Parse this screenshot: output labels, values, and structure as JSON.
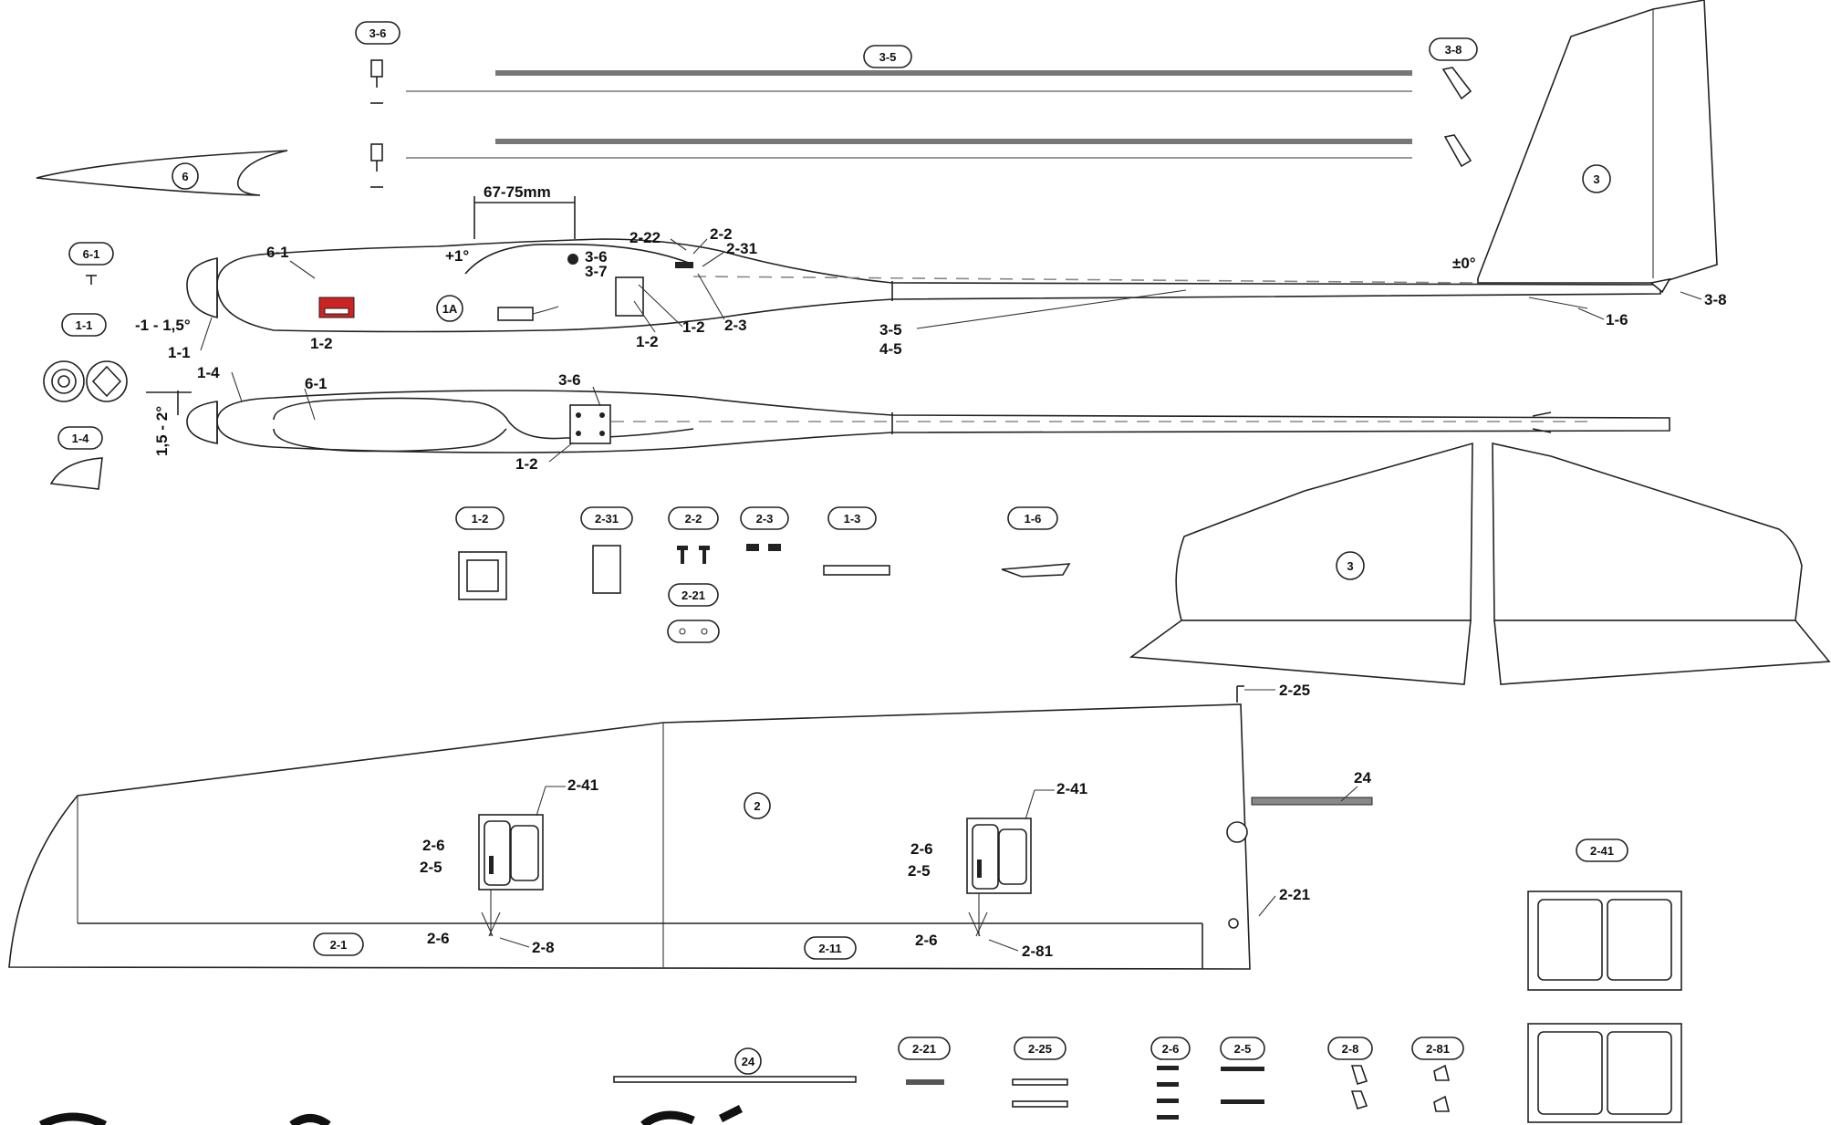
{
  "part_ids": {
    "p36": "3-6",
    "p35": "3-5",
    "p38": "3-8",
    "p6": "6",
    "p3_fin": "3",
    "p61": "6-1",
    "p11": "1-1",
    "p14": "1-4",
    "p1a": "1A",
    "p12": "1-2",
    "p231": "2-31",
    "p22": "2-2",
    "p23": "2-3",
    "p221": "2-21",
    "p13": "1-3",
    "p16": "1-6",
    "p3_stab": "3",
    "p2": "2",
    "p21": "2-1",
    "p211": "2-11",
    "p241": "2-41",
    "p24": "24",
    "p225": "2-25",
    "p26": "2-6",
    "p25": "2-5",
    "p28": "2-8",
    "p281": "2-81"
  },
  "callouts": {
    "cg_range": "67-75mm",
    "wing_incidence": "+1°",
    "tail_incidence": "±0°",
    "nose_angle": "-1 - 1,5°",
    "side_angle": "1,5 - 2°",
    "l61": "6-1",
    "l11": "1-1",
    "l12": "1-2",
    "l222": "2-22",
    "l22": "2-2",
    "l231": "2-31",
    "l36": "3-6",
    "l37": "3-7",
    "l12b": "1-2",
    "l23": "2-3",
    "l12c": "1-2",
    "l35": "3-5",
    "l45": "4-5",
    "l16": "1-6",
    "l38": "3-8",
    "l14": "1-4",
    "l61b": "6-1",
    "l36b": "3-6",
    "l12d": "1-2",
    "l225": "2-25",
    "l24": "24",
    "l241a": "2-41",
    "l241b": "2-41",
    "l26a": "2-6",
    "l25a": "2-5",
    "l26b": "2-6",
    "l28": "2-8",
    "l26c": "2-6",
    "l25b": "2-5",
    "l26d": "2-6",
    "l281": "2-81",
    "l221": "2-21"
  },
  "colors": {
    "line": "#222222",
    "servo_red": "#cc2222",
    "rod_gray": "#777777"
  }
}
